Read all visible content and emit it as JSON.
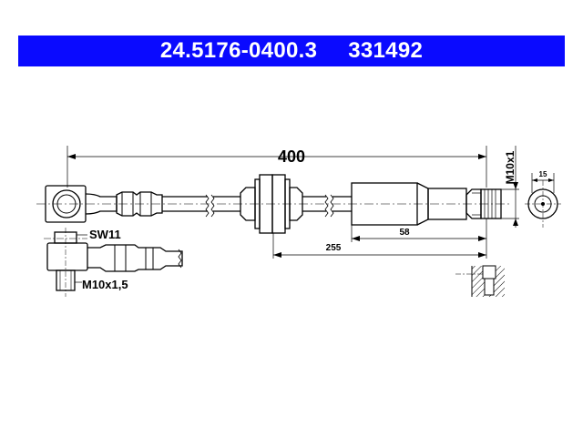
{
  "header": {
    "part_number": "24.5176-0400.3",
    "ref_number": "331492",
    "bg_color": "#0a0aff",
    "text_color": "#ffffff"
  },
  "dimensions": {
    "length": "400",
    "pos_255": "255",
    "len_58": "58",
    "thread_right": "M10x1",
    "width_15": "15"
  },
  "labels": {
    "wrench_size": "SW11",
    "bolt_thread": "M10x1,5"
  }
}
